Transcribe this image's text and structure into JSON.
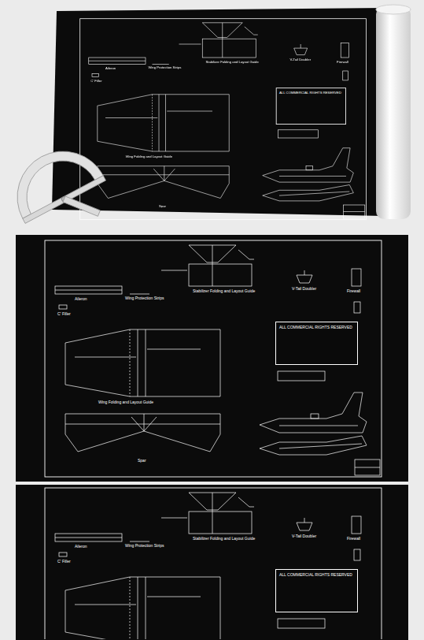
{
  "diagram": {
    "nodes": [
      {
        "text": [
          "ALL COMMERCIAL RIGHTS RESERVED"
        ]
      },
      {
        "text": [
          "ALL COMMERCIAL RIGHTS RESERVED"
        ]
      },
      {
        "text": [
          "ALL COMMERCIAL RIGHTS RESERVED"
        ]
      }
    ],
    "labels": [
      "Stabilizer Folding and Layout Guide",
      "V-Tail Doubler",
      "Firewall",
      "Aileron",
      "C' Filler",
      "Wing Protection Strips",
      "Wing Folding and Layout Guide",
      "Spar",
      "Stabilizer Folding and Layout Guide",
      "V-Tail Doubler",
      "Firewall",
      "Aileron",
      "C' Filler",
      "Wing Protection Strips",
      "Wing Folding and Layout Guide",
      "Spar",
      "Stabilizer Folding and Layout Guide",
      "V-Tail Doubler",
      "Firewall",
      "Aileron",
      "C' Filler",
      "Wing Protection Strips"
    ]
  }
}
